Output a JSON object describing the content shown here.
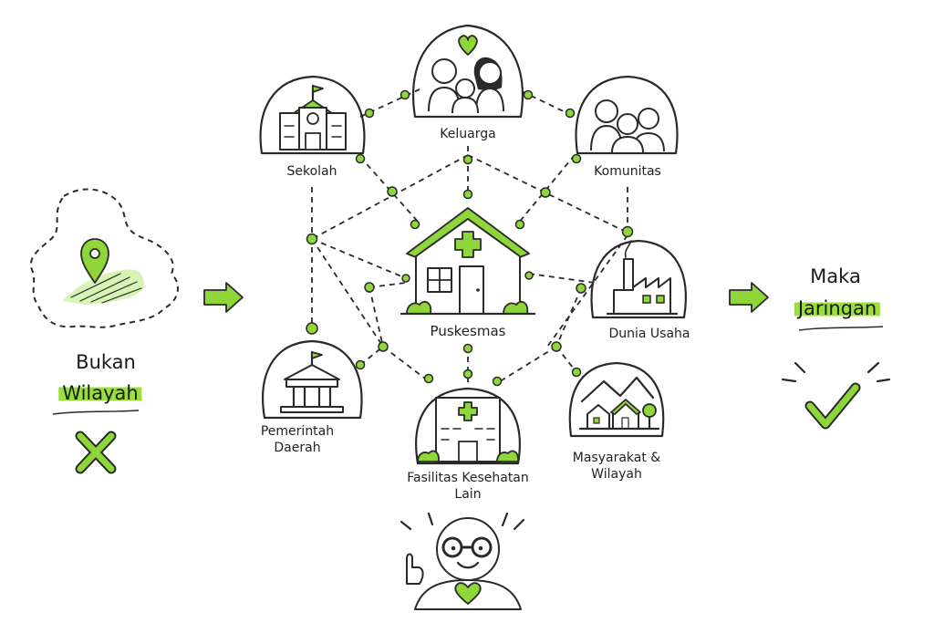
{
  "left": {
    "line1": "Bukan",
    "line2": "Wilayah"
  },
  "right": {
    "line1": "Maka",
    "line2": "Jaringan"
  },
  "nodes": {
    "center": "Puskesmas",
    "keluarga": "Keluarga",
    "sekolah": "Sekolah",
    "komunitas": "Komunitas",
    "dunia_usaha": "Dunia Usaha",
    "pemda": "Pemerintah\nDaerah",
    "faskes": "Fasilitas Kesehatan\nLain",
    "masyarakat": "Masyarakat &\nWilayah"
  },
  "icons": {
    "map": "map-pin-icon",
    "arrow": "arrow-right-icon",
    "cross": "cross-icon",
    "check": "check-icon",
    "house": "health-house-icon",
    "person": "mascot-icon"
  },
  "colors": {
    "accent": "#8fd63a",
    "ink": "#2a2a2a",
    "bg": "#ffffff"
  }
}
